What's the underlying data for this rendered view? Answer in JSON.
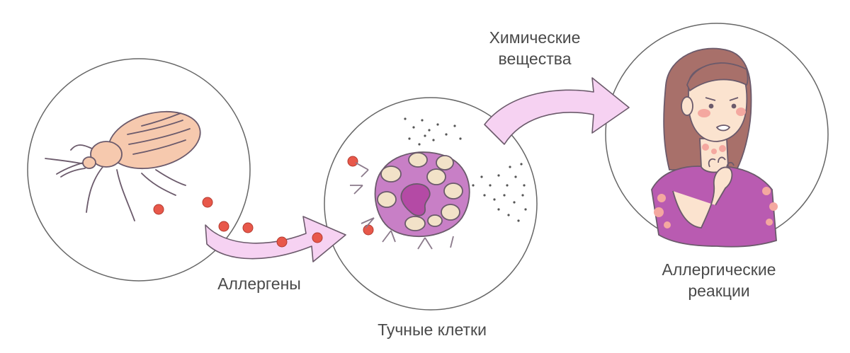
{
  "labels": {
    "allergens": "Аллергены",
    "mast_cells": "Тучные клетки",
    "chemicals_line1": "Химические",
    "chemicals_line2": "вещества",
    "reactions_line1": "Аллергические",
    "reactions_line2": "реакции"
  },
  "colors": {
    "arrow_fill": "#f6d2f2",
    "arrow_stroke": "#6b5a6b",
    "bug_fill": "#f6c9ae",
    "allergen": "#e8584a",
    "cell_fill": "#c87fc6",
    "nucleus": "#b44aa5",
    "granule": "#f2e2c8",
    "shirt": "#b95bb1",
    "hair": "#a8706a",
    "skin": "#fbe3cf",
    "rash": "#f4a8a0",
    "text": "#4a4a4a"
  },
  "icons": [
    "bed-bug-icon",
    "allergen-particle-icon",
    "mast-cell-icon",
    "woman-scratching-icon"
  ]
}
